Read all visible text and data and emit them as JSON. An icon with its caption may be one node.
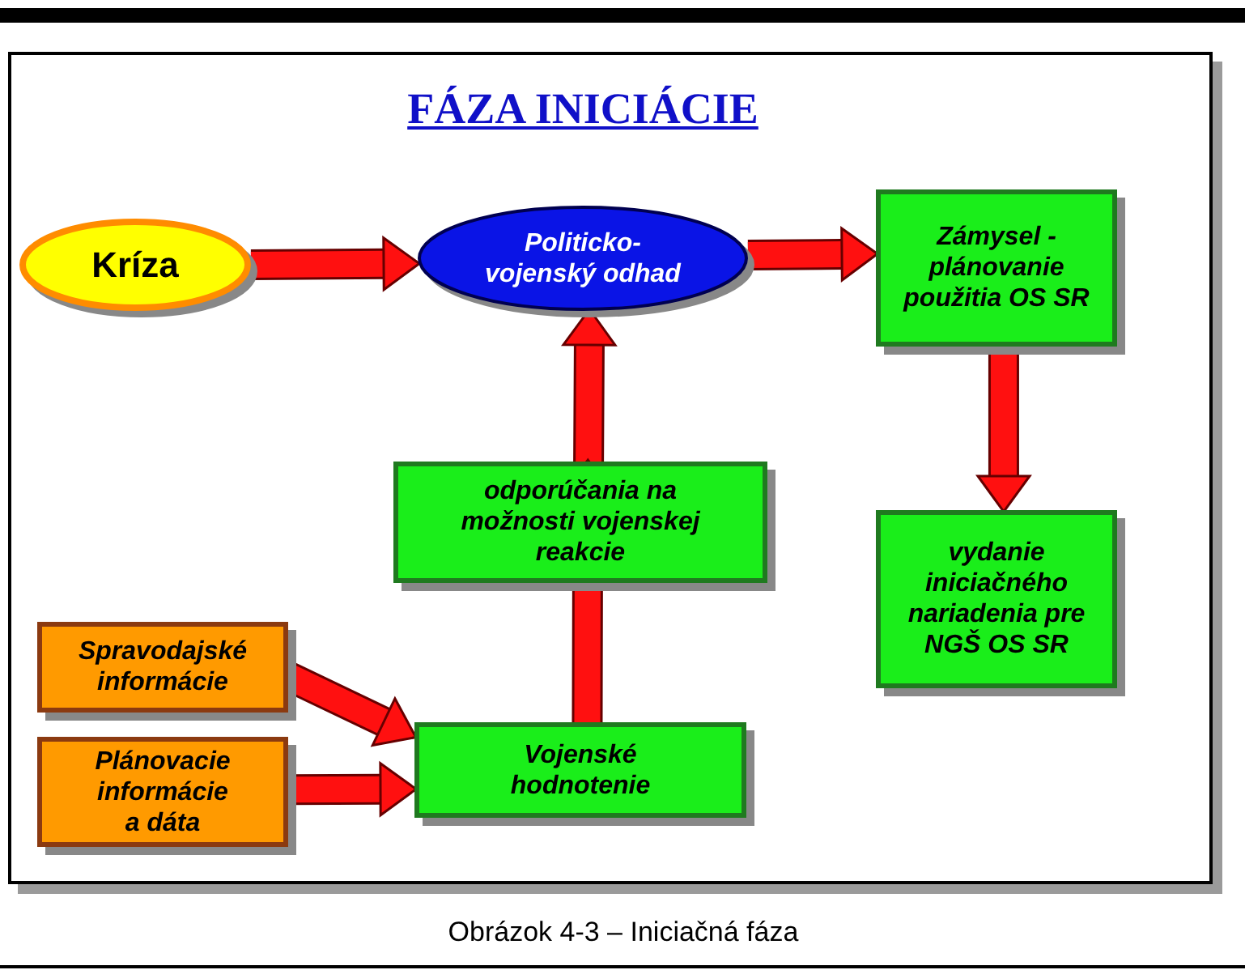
{
  "diagram": {
    "title": "FÁZA INICIÁCIE",
    "caption": "Obrázok 4-3 – Iniciačná fáza",
    "nodes": [
      {
        "text": [
          "Kríza"
        ]
      },
      {
        "text": [
          "Politicko- vojenský odhad"
        ]
      },
      {
        "text": [
          "Zámysel - plánovanie použitia OS SR"
        ]
      },
      {
        "text": [
          "odporúčania na možnosti vojenskej reakcie"
        ]
      },
      {
        "text": [
          "vydanie iniciačného nariadenia pre NGŠ OS SR"
        ]
      },
      {
        "text": [
          "Spravodajské informácie"
        ]
      },
      {
        "text": [
          "Plánovacie informácie a dáta"
        ]
      },
      {
        "text": [
          "Vojenské hodnotenie"
        ]
      }
    ],
    "edges": [
      {
        "from": 0,
        "to": 1,
        "arrow": "to"
      },
      {
        "from": 1,
        "to": 2,
        "arrow": "to"
      },
      {
        "from": 2,
        "to": 4,
        "arrow": "to"
      },
      {
        "from": 3,
        "to": 1,
        "arrow": "to"
      },
      {
        "from": 7,
        "to": 3,
        "arrow": "to"
      },
      {
        "from": 5,
        "to": 7,
        "arrow": "to"
      },
      {
        "from": 6,
        "to": 7,
        "arrow": "to"
      }
    ]
  }
}
